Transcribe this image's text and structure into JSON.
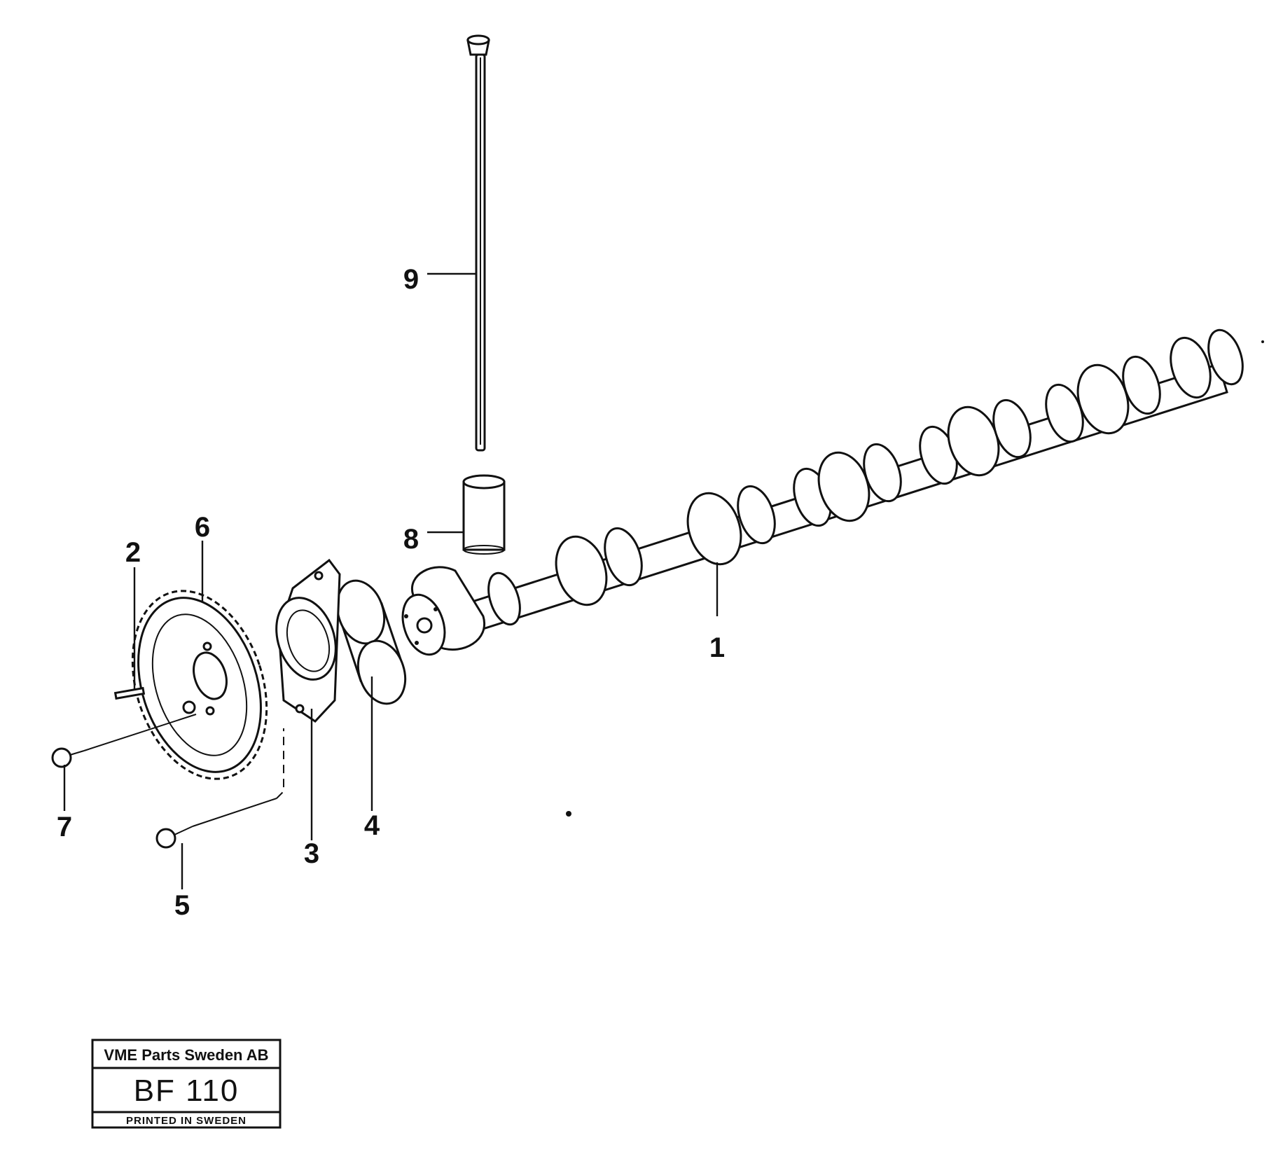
{
  "callouts": {
    "c1": "1",
    "c2": "2",
    "c3": "3",
    "c4": "4",
    "c5": "5",
    "c6": "6",
    "c7": "7",
    "c8": "8",
    "c9": "9"
  },
  "stamp": {
    "company": "VME Parts Sweden AB",
    "code": "BF 110",
    "printed": "PRINTED IN SWEDEN"
  }
}
